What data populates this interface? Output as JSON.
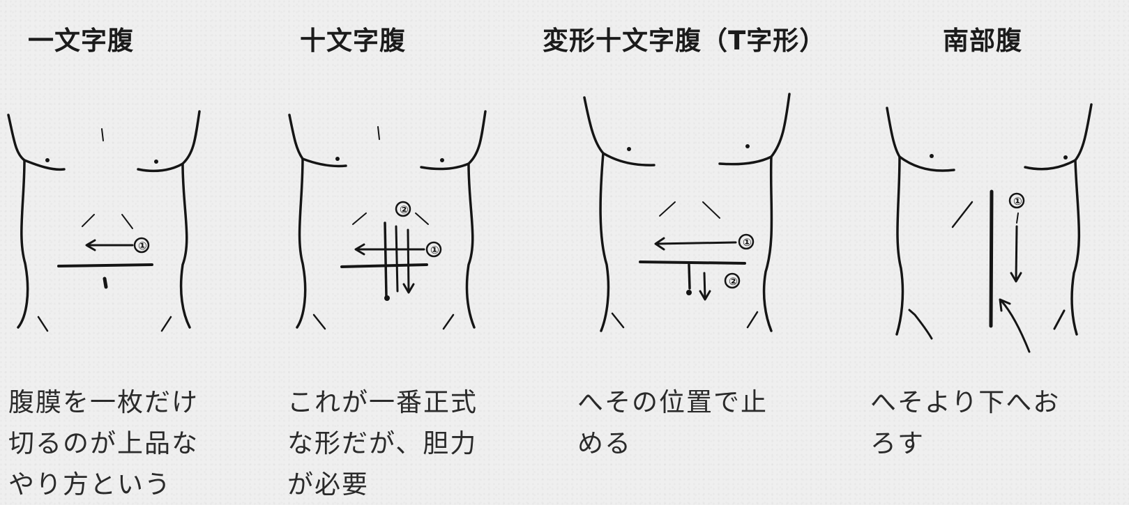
{
  "panels": [
    {
      "title": "一文字腹",
      "caption": [
        "腹膜を一枚だけ",
        "切るのが上品な",
        "やり方という"
      ],
      "markers": [
        "①"
      ]
    },
    {
      "title": "十文字腹",
      "caption": [
        "これが一番正式",
        "な形だが、胆力",
        "が必要"
      ],
      "markers": [
        "②",
        "①"
      ]
    },
    {
      "title": "変形十文字腹（T字形）",
      "caption": [
        "へその位置で止",
        "める"
      ],
      "markers": [
        "①",
        "②"
      ]
    },
    {
      "title": "南部腹",
      "caption": [
        "へそより下へお",
        "ろす"
      ],
      "markers": [
        "①"
      ]
    }
  ]
}
